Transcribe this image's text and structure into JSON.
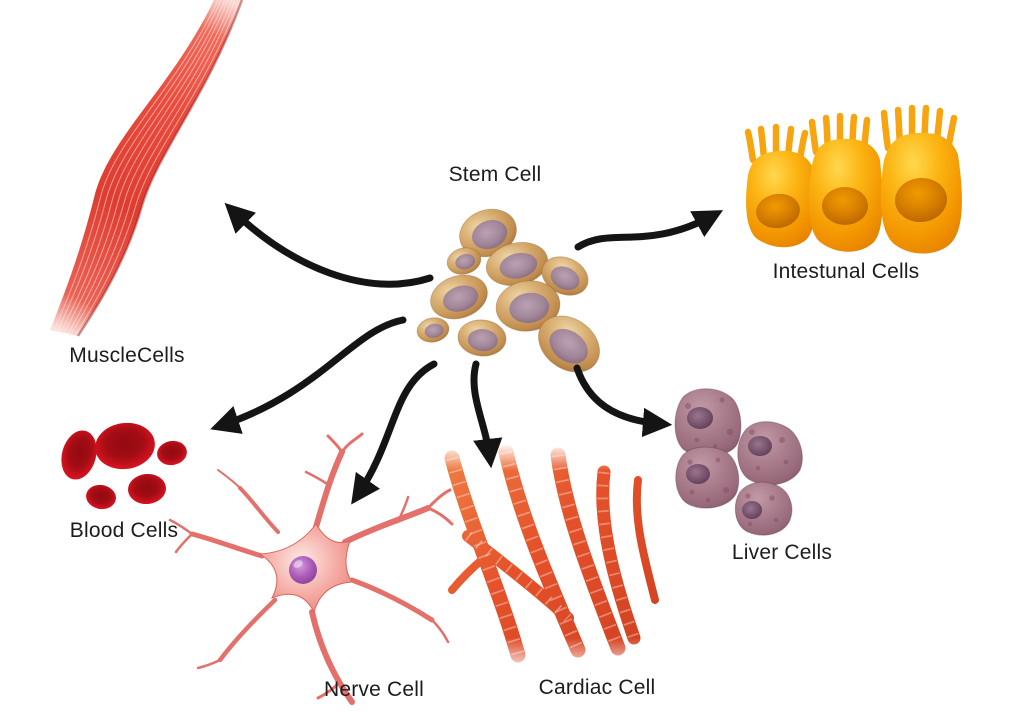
{
  "diagram": {
    "background": "#ffffff",
    "arrow_color": "#141414",
    "nodes": {
      "stem": {
        "label": "Stem Cell",
        "color": "#c89a62",
        "nucleus_color": "#9c8195"
      },
      "muscle": {
        "label": "MuscleCells",
        "color": "#e8473a"
      },
      "blood": {
        "label": "Blood Cells",
        "color": "#cf1120"
      },
      "nerve": {
        "label": "Nerve Cell",
        "color": "#f19a94",
        "nucleus_color": "#ad62ba"
      },
      "cardiac": {
        "label": "Cardiac Cell",
        "color": "#e5512a"
      },
      "liver": {
        "label": "Liver Cells",
        "color": "#a07385"
      },
      "intestinal": {
        "label": "Intestunal Cells",
        "color": "#f7a200"
      }
    },
    "arrows": [
      {
        "from": "stem",
        "to": "muscle"
      },
      {
        "from": "stem",
        "to": "intestinal"
      },
      {
        "from": "stem",
        "to": "blood"
      },
      {
        "from": "stem",
        "to": "nerve"
      },
      {
        "from": "stem",
        "to": "cardiac"
      },
      {
        "from": "stem",
        "to": "liver"
      }
    ]
  }
}
